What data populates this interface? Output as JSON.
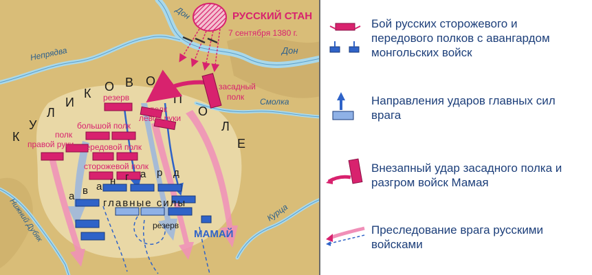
{
  "map": {
    "field_name_letters_1": [
      "К",
      "У",
      "Л",
      "И",
      "К",
      "О",
      "В",
      "О"
    ],
    "field_name_letters_2": [
      "П",
      "О",
      "Л",
      "Е"
    ],
    "camp": {
      "title": "РУССКИЙ СТАН",
      "date": "7 сентября 1380 г."
    },
    "rivers": {
      "don_top": "Дон",
      "don_right": "Дон",
      "nepryadva": "Непрядва",
      "smolka": "Смолка",
      "kurtsa": "Курца",
      "nizhny_dubyak": "Нижний Дубяк"
    },
    "russian_units": {
      "ambush_1": "засадный",
      "ambush_2": "полк",
      "reserve": "резерв",
      "left_1": "полк",
      "left_2": "левой руки",
      "right_1": "полк",
      "right_2": "правой руки",
      "great": "большой полк",
      "advance": "передовой полк",
      "guard": "сторожевой полк"
    },
    "mongol_units": {
      "vanguard_letters": [
        "а",
        "в",
        "а",
        "н",
        "г",
        "а",
        "р",
        "д"
      ],
      "main_forces": "главные силы",
      "reserve": "резерв",
      "mamai": "МАМАЙ"
    }
  },
  "legend": {
    "items": [
      {
        "text": "Бой русских сторожевого и передового полков с авангардом монгольских войск"
      },
      {
        "text": "Направления ударов главных сил врага"
      },
      {
        "text": "Внезапный удар засадного полка и разгром войск Мамая"
      },
      {
        "text": "Преследование врага русскими войсками"
      }
    ]
  },
  "colors": {
    "russian": "#d8226e",
    "mongol": "#2f63c8",
    "river": "#a9d8ea",
    "land": "#d9bd78",
    "field": "#e9d8a6",
    "legend_text": "#1d3f7a"
  }
}
